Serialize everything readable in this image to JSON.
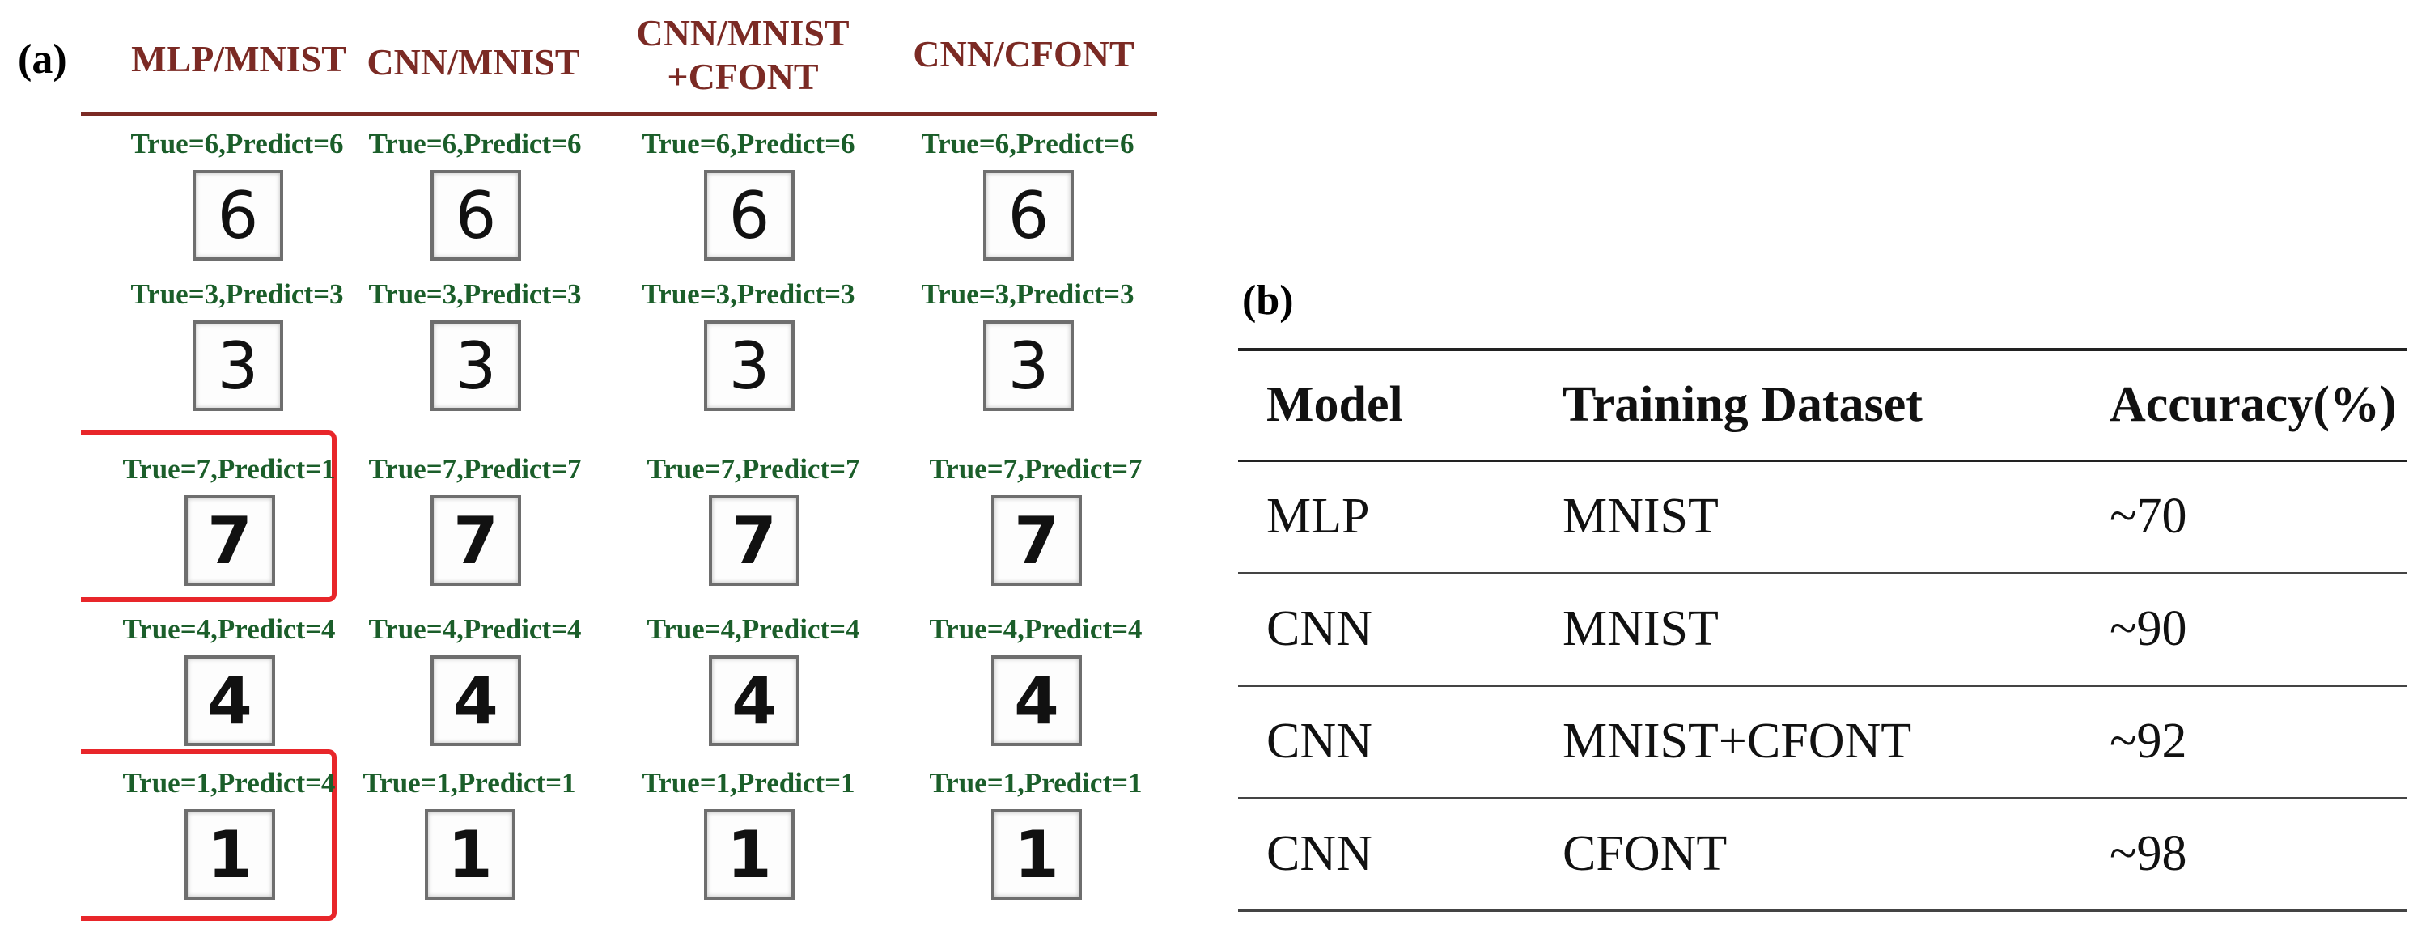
{
  "panel_a": {
    "label": "(a)",
    "columns": [
      "MLP/MNIST",
      "CNN/MNIST",
      "CNN/MNIST\n+CFONT",
      "CNN/CFONT"
    ],
    "rows": [
      {
        "digit": "6",
        "cells": [
          "True=6,Predict=6",
          "True=6,Predict=6",
          "True=6,Predict=6",
          "True=6,Predict=6"
        ]
      },
      {
        "digit": "3",
        "cells": [
          "True=3,Predict=3",
          "True=3,Predict=3",
          "True=3,Predict=3",
          "True=3,Predict=3"
        ]
      },
      {
        "digit": "7",
        "cells": [
          "True=7,Predict=1",
          "True=7,Predict=7",
          "True=7,Predict=7",
          "True=7,Predict=7"
        ]
      },
      {
        "digit": "4",
        "cells": [
          "True=4,Predict=4",
          "True=4,Predict=4",
          "True=4,Predict=4",
          "True=4,Predict=4"
        ]
      },
      {
        "digit": "1",
        "cells": [
          "True=1,Predict=4",
          "True=1,Predict=1",
          "True=1,Predict=1",
          "True=1,Predict=1"
        ]
      }
    ],
    "misclassified_color": "#e8262a"
  },
  "panel_b": {
    "label": "(b)",
    "table": {
      "headers": [
        "Model",
        "Training Dataset",
        "Accuracy(%)"
      ],
      "rows": [
        [
          "MLP",
          "MNIST",
          "~70"
        ],
        [
          "CNN",
          "MNIST",
          "~90"
        ],
        [
          "CNN",
          "MNIST+CFONT",
          "~92"
        ],
        [
          "CNN",
          "CFONT",
          "~98"
        ]
      ]
    }
  }
}
